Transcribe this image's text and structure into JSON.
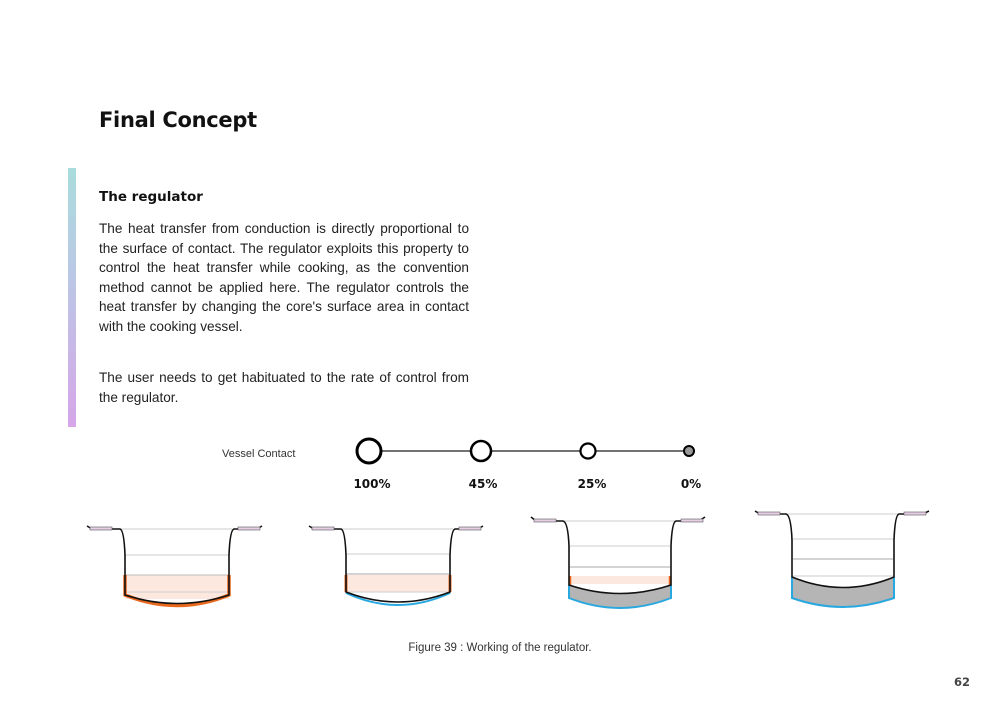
{
  "heading": "Final Concept",
  "section": {
    "subtitle": "The regulator",
    "paragraphs": [
      "The heat transfer from conduction is directly proportional to the surface of contact. The regulator exploits this property to control the heat transfer while cooking, as the convention method cannot be applied here. The regulator controls the heat transfer by changing the core's surface area in contact with the cooking vessel.",
      "The user needs to get habituated to the rate of control from the regulator."
    ]
  },
  "figure": {
    "scale_label": "Vessel Contact",
    "steps": [
      {
        "label": "100%",
        "value": 100
      },
      {
        "label": "45%",
        "value": 45
      },
      {
        "label": "25%",
        "value": 25
      },
      {
        "label": "0%",
        "value": 0
      }
    ],
    "caption": "Figure 39 : Working of the regulator.",
    "colors": {
      "heat": "#e8691e",
      "contact_free": "#29a8e0",
      "fill": "#fde8df",
      "core": "#b5b5b5",
      "handle": "#e6cfe6"
    }
  },
  "page_number": "62"
}
